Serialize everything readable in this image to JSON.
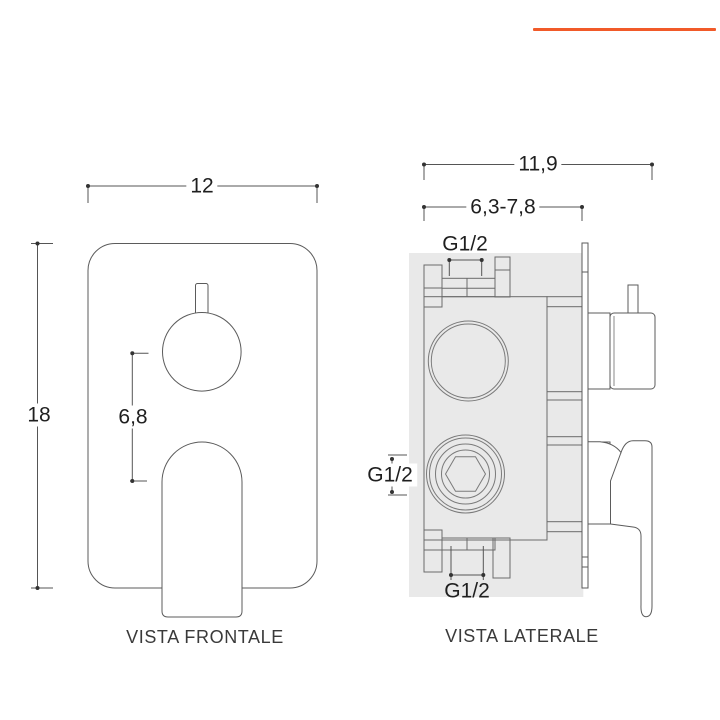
{
  "colors": {
    "accent": "#f15a29"
  },
  "front": {
    "width_label": "12",
    "height_label": "18",
    "offset_label": "6,8",
    "caption": "VISTA FRONTALE"
  },
  "side": {
    "depth_label": "11,9",
    "range_label": "6,3-7,8",
    "thread_top_label": "G1/2",
    "thread_side_label": "G1/2",
    "thread_bottom_label": "G1/2",
    "caption": "VISTA LATERALE"
  }
}
